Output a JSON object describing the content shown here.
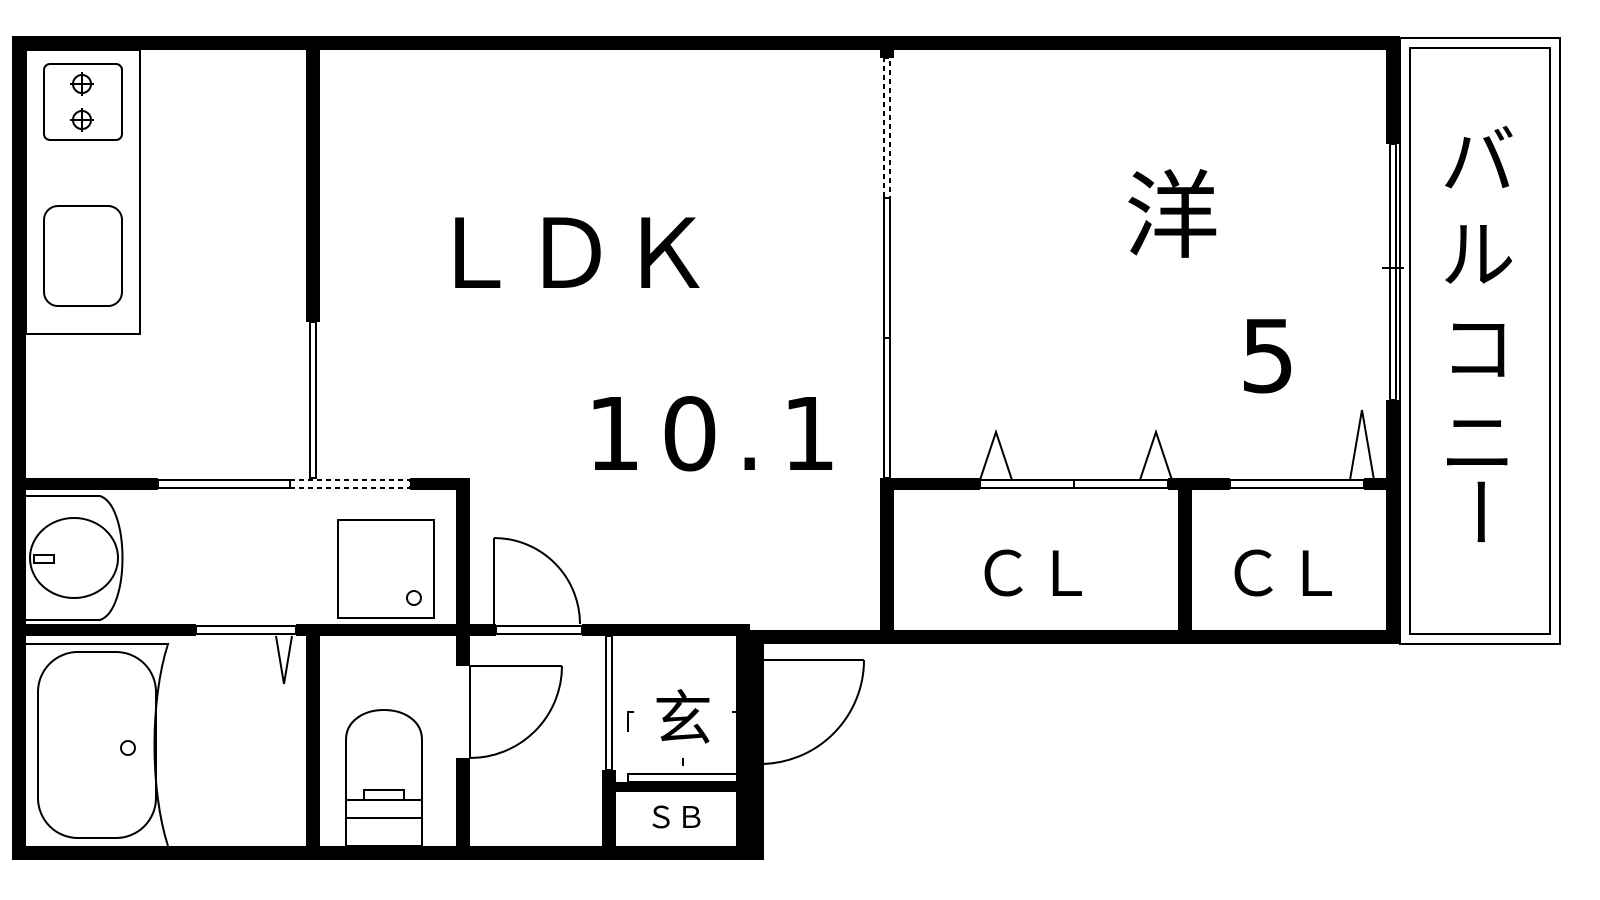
{
  "rooms": {
    "ldk": {
      "name": "ＬＤＫ",
      "size": "10.1"
    },
    "western": {
      "name": "洋",
      "size": "5"
    },
    "closet_1": {
      "name": "ＣＬ"
    },
    "closet_2": {
      "name": "ＣＬ"
    },
    "balcony": {
      "name_chars": [
        "バ",
        "ル",
        "コ",
        "ニ",
        "ー"
      ]
    },
    "entrance": {
      "name": "玄"
    },
    "shoe_box": {
      "name": "ＳＢ"
    }
  },
  "icons": [
    "stove-icon",
    "sink-icon",
    "washbasin-icon",
    "washing-machine-icon",
    "bathtub-icon",
    "toilet-icon",
    "door-swing-icon"
  ]
}
